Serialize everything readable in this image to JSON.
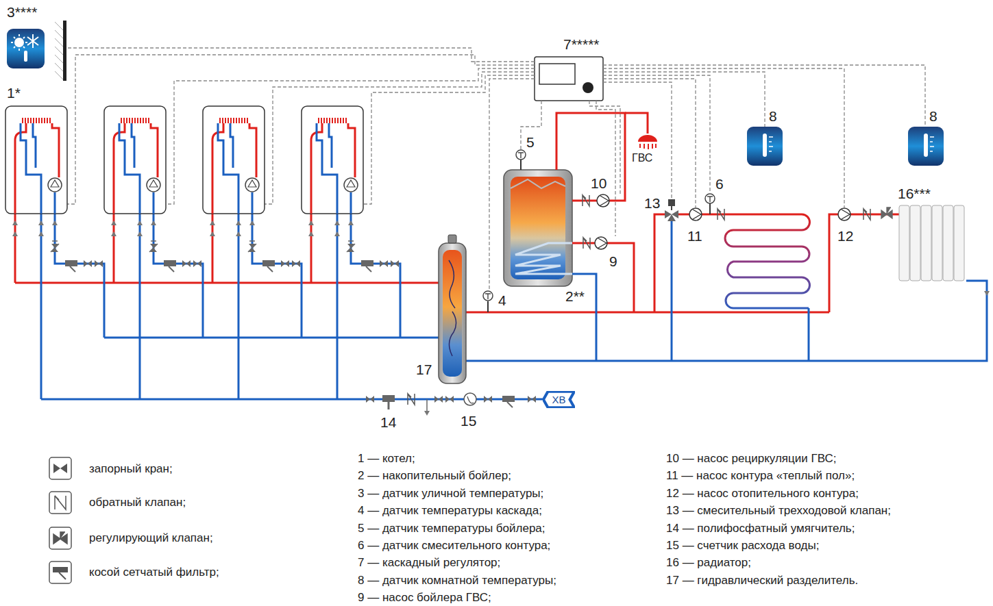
{
  "diagram": {
    "nodes": [
      {
        "text": [
          "ХВ"
        ]
      }
    ],
    "labels": [
      "3****",
      "1*",
      "7*****",
      "5",
      "ГВС",
      "10",
      "8",
      "8",
      "6",
      "13",
      "11",
      "12",
      "16***",
      "9",
      "4",
      "2**",
      "17",
      "14",
      "15",
      "1 — котел;",
      "2 — накопительный бойлер;",
      "3 — датчик уличной температуры;",
      "4 — датчик температуры каскада;",
      "5 — датчик температуры бойлера;",
      "6 — датчик смесительного контура;",
      "7 — каскадный регулятор;",
      "8 — датчик комнатной температуры;",
      "9 — насос бойлера ГВС;",
      "10 — насос рециркуляции ГВС;",
      "11 — насос контура «теплый пол»;",
      "12 — насос отопительного контура;",
      "13 — смесительный трехходовой клапан;",
      "14 — полифосфатный умягчитель;",
      "15 — счетчик расхода воды;",
      "16 — радиатор;",
      "17 — гидравлический разделитель."
    ],
    "legend": [
      {
        "text": "запорный кран;"
      },
      {
        "text": "обратный клапан;"
      },
      {
        "text": "регулирующий клапан;"
      },
      {
        "text": "косой сетчатый фильтр;"
      }
    ]
  }
}
